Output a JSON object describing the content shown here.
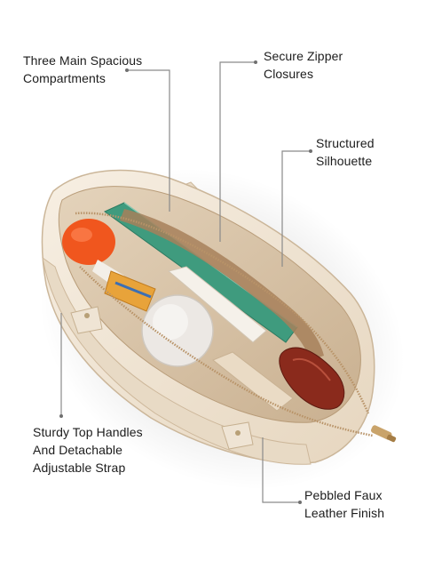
{
  "callouts": [
    {
      "id": "compartments",
      "lines": [
        "Three Main Spacious",
        "Compartments"
      ]
    },
    {
      "id": "zipper",
      "lines": [
        "Secure Zipper",
        "Closures"
      ]
    },
    {
      "id": "silhouette",
      "lines": [
        "Structured",
        "Silhouette"
      ]
    },
    {
      "id": "handles",
      "lines": [
        "Sturdy Top Handles",
        "And Detachable",
        "Adjustable Strap"
      ]
    },
    {
      "id": "leather",
      "lines": [
        "Pebbled Faux",
        "Leather Finish"
      ]
    }
  ],
  "colors": {
    "bag_cream": "#efe3d2",
    "bag_shadow": "#d9c8b0",
    "lining": "#d8c3a6",
    "notebook_green": "#3f9b7e",
    "bottle_orange": "#f0561e",
    "wallet_red": "#8a2a1c",
    "zipper_gold": "#b89368"
  }
}
